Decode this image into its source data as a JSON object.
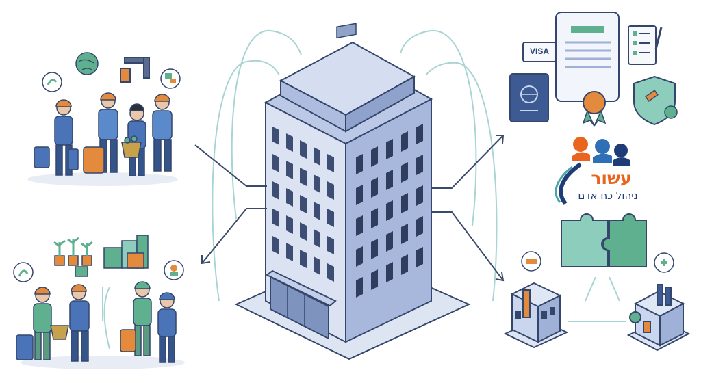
{
  "logo": {
    "name": "עשור",
    "tagline": "ניהול כח אדם",
    "colors": {
      "orange": "#e8641f",
      "blue": "#2f6fb6",
      "navy": "#1f3c78",
      "teal": "#49a8a3"
    }
  },
  "documents": {
    "visa_label": "VISA"
  },
  "palette": {
    "building": "#c9d6ee",
    "building_dark": "#9fb1d6",
    "outline": "#34466c",
    "accent_green": "#5fb08f",
    "accent_orange": "#e38a3c",
    "arrow": "#3a4a6b",
    "flow": "#a9d4d4"
  },
  "icons": [
    "globe-icon",
    "robot-arm-icon",
    "plant-icon",
    "chat-icon",
    "gear-icon",
    "passport-icon",
    "certificate-icon",
    "checklist-icon",
    "shield-gavel-icon",
    "puzzle-icon",
    "factory-icon",
    "medical-icon",
    "plants-icon"
  ]
}
